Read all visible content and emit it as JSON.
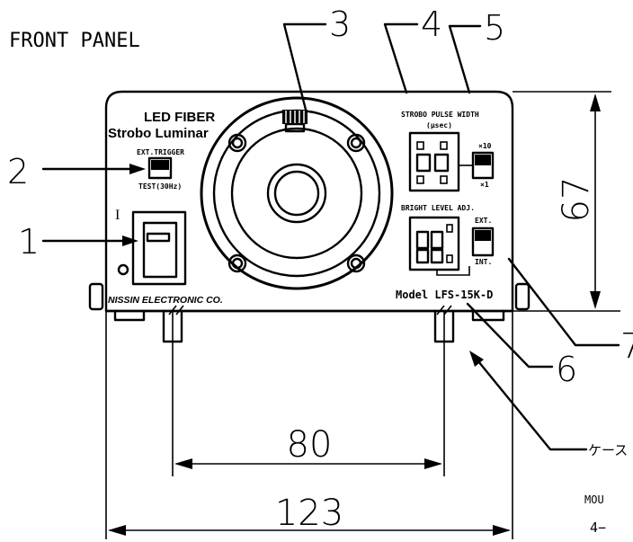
{
  "heading": "FRONT PANEL",
  "panel": {
    "title_line1": "LED FIBER",
    "title_line2": "Strobo Luminar",
    "trigger_top": "EXT.TRIGGER",
    "trigger_bottom": "TEST(30Hz)",
    "power_mark": "I",
    "pulse_title": "STROBO PULSE WIDTH",
    "pulse_unit": "(μsec)",
    "x10": "×10",
    "x1": "×1",
    "bright_title": "BRIGHT LEVEL ADJ.",
    "ext": "EXT.",
    "int": "INT.",
    "maker": "NISSIN ELECTRONIC CO.",
    "model": "Model LFS-15K-D"
  },
  "callouts": {
    "c1": "1",
    "c2": "2",
    "c3": "3",
    "c4": "4",
    "c5": "5",
    "c6": "6",
    "c7": "7"
  },
  "dimensions": {
    "height": "67",
    "foot_spacing": "80",
    "width": "123"
  },
  "side_notes": {
    "case_label": "ケース",
    "mount_label": "MOU",
    "mount_count": "4−"
  }
}
